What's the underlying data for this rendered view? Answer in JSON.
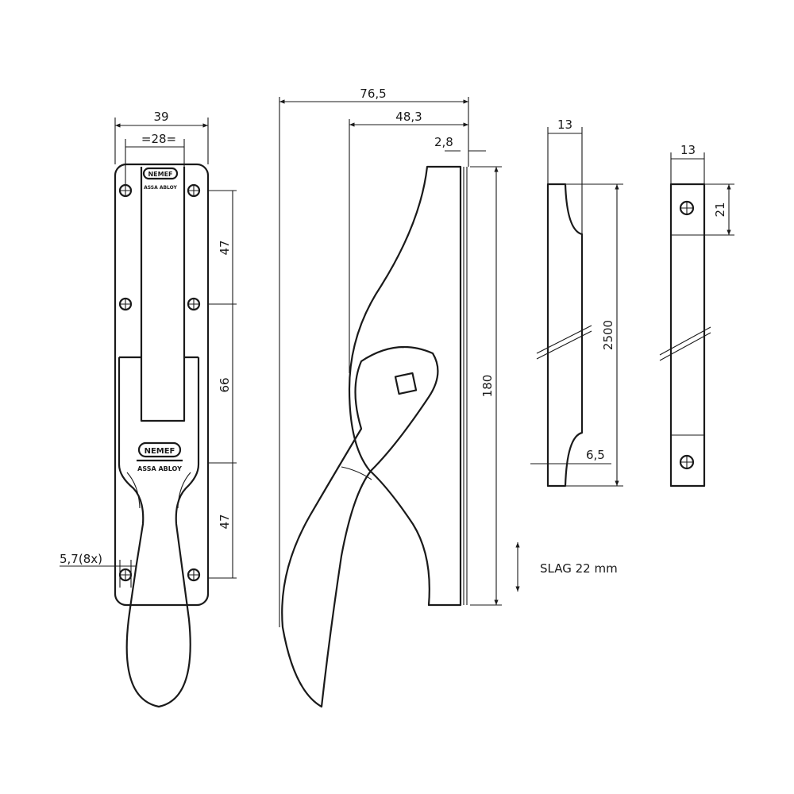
{
  "dimensions": {
    "plate_width": "39",
    "hole_spacing": "=28=",
    "hole_pitch_top": "47",
    "hole_pitch_middle": "66",
    "hole_pitch_bottom": "47",
    "hole_diameter": "5,7(8x)",
    "overall_depth": "76,5",
    "handle_depth": "48,3",
    "plate_thickness": "2,8",
    "height": "180",
    "rail_width": "13",
    "rail_length": "2500",
    "rail_offset": "6,5",
    "keeper_width": "13",
    "keeper_hole_offset": "21"
  },
  "logos": {
    "brand": "NEMEF",
    "group": "ASSA ABLOY"
  },
  "note": "SLAG 22 mm"
}
